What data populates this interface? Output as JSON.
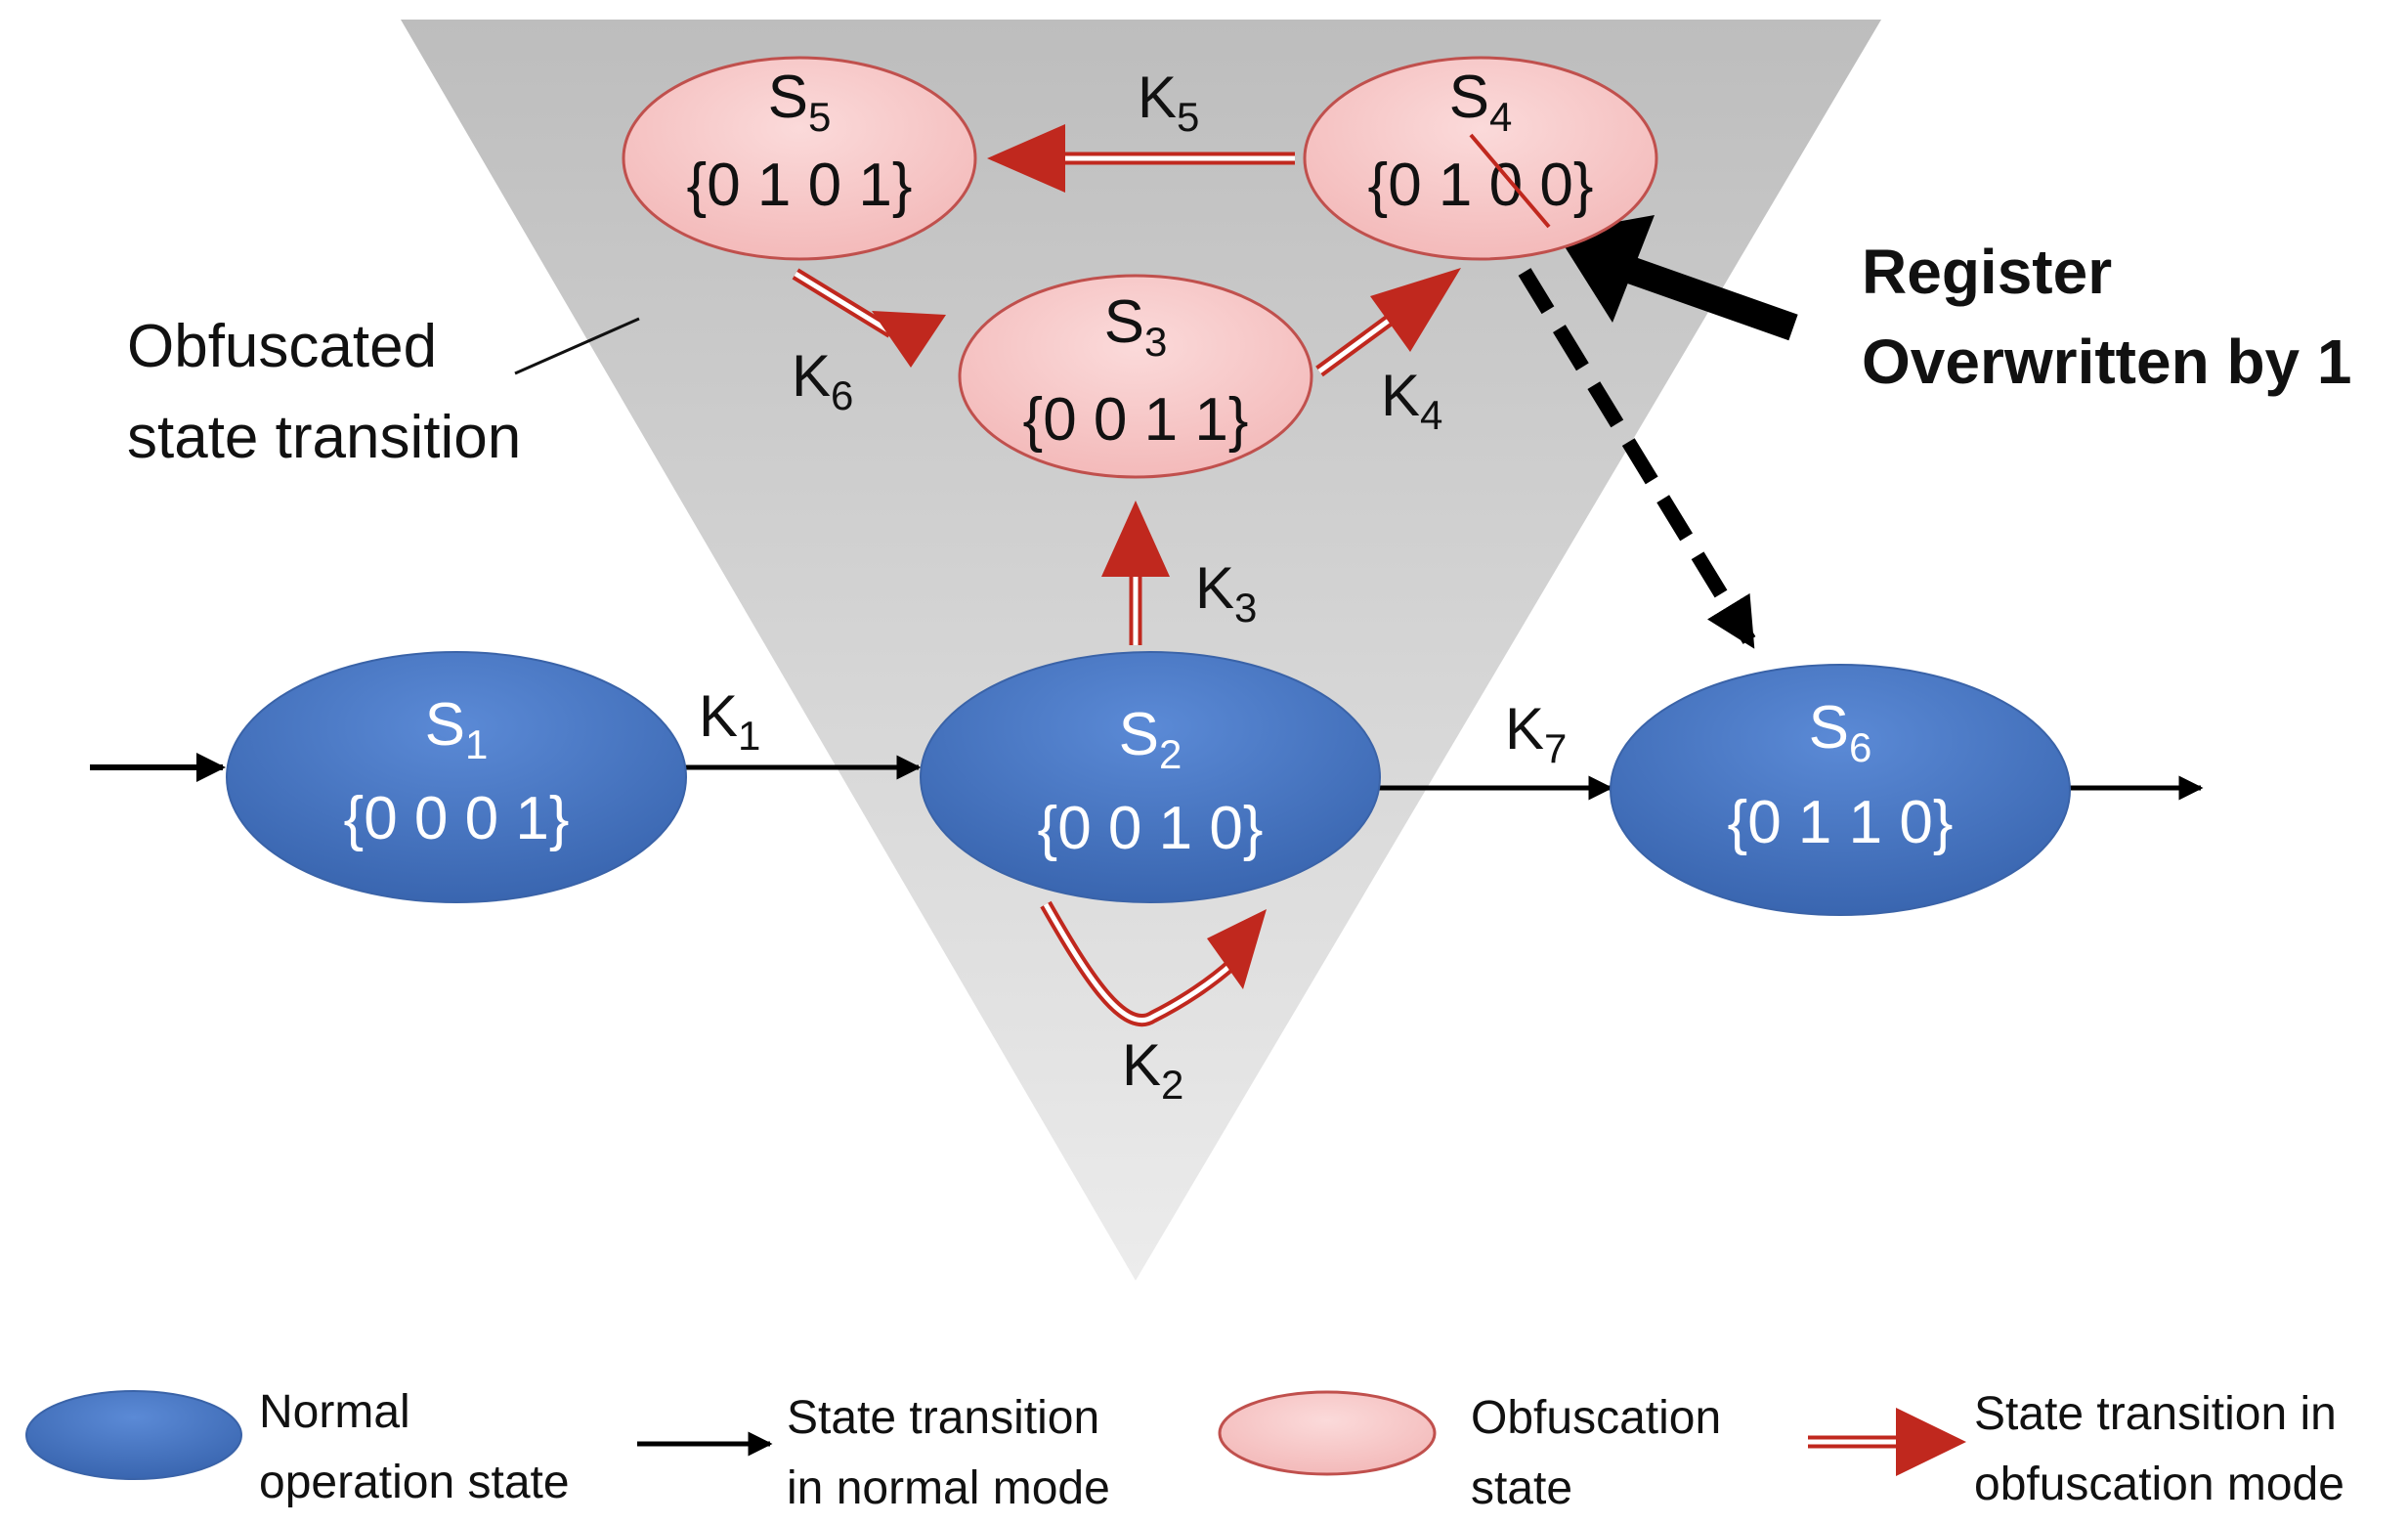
{
  "diagram": {
    "region_label": [
      "Obfuscated",
      "state transition"
    ],
    "register_note": [
      "Register",
      "Overwritten by 1"
    ],
    "states": {
      "s1": {
        "name": "S",
        "sub": "1",
        "code": "{0 0 0 1}"
      },
      "s2": {
        "name": "S",
        "sub": "2",
        "code": "{0 0 1 0}"
      },
      "s3": {
        "name": "S",
        "sub": "3",
        "code": "{0 0 1 1}"
      },
      "s4": {
        "name": "S",
        "sub": "4",
        "code": "{0 1 0 0}"
      },
      "s5": {
        "name": "S",
        "sub": "5",
        "code": "{0 1 0 1}"
      },
      "s6": {
        "name": "S",
        "sub": "6",
        "code": "{0 1 1 0}"
      }
    },
    "edges": {
      "k1": {
        "name": "K",
        "sub": "1"
      },
      "k2": {
        "name": "K",
        "sub": "2"
      },
      "k3": {
        "name": "K",
        "sub": "3"
      },
      "k4": {
        "name": "K",
        "sub": "4"
      },
      "k5": {
        "name": "K",
        "sub": "5"
      },
      "k6": {
        "name": "K",
        "sub": "6"
      },
      "k7": {
        "name": "K",
        "sub": "7"
      }
    }
  },
  "legend": {
    "normal_state": [
      "Normal",
      "operation state"
    ],
    "normal_transition": [
      "State transition",
      "in normal mode"
    ],
    "obf_state": [
      "Obfuscation",
      "state"
    ],
    "obf_transition": [
      "State transition in",
      "obfuscation mode"
    ]
  },
  "colors": {
    "normal_state": "#4472c4",
    "obfuscation_state": "#f5c2c2",
    "obfuscation_arrow": "#c0281e",
    "region": "#c8c8c8"
  }
}
